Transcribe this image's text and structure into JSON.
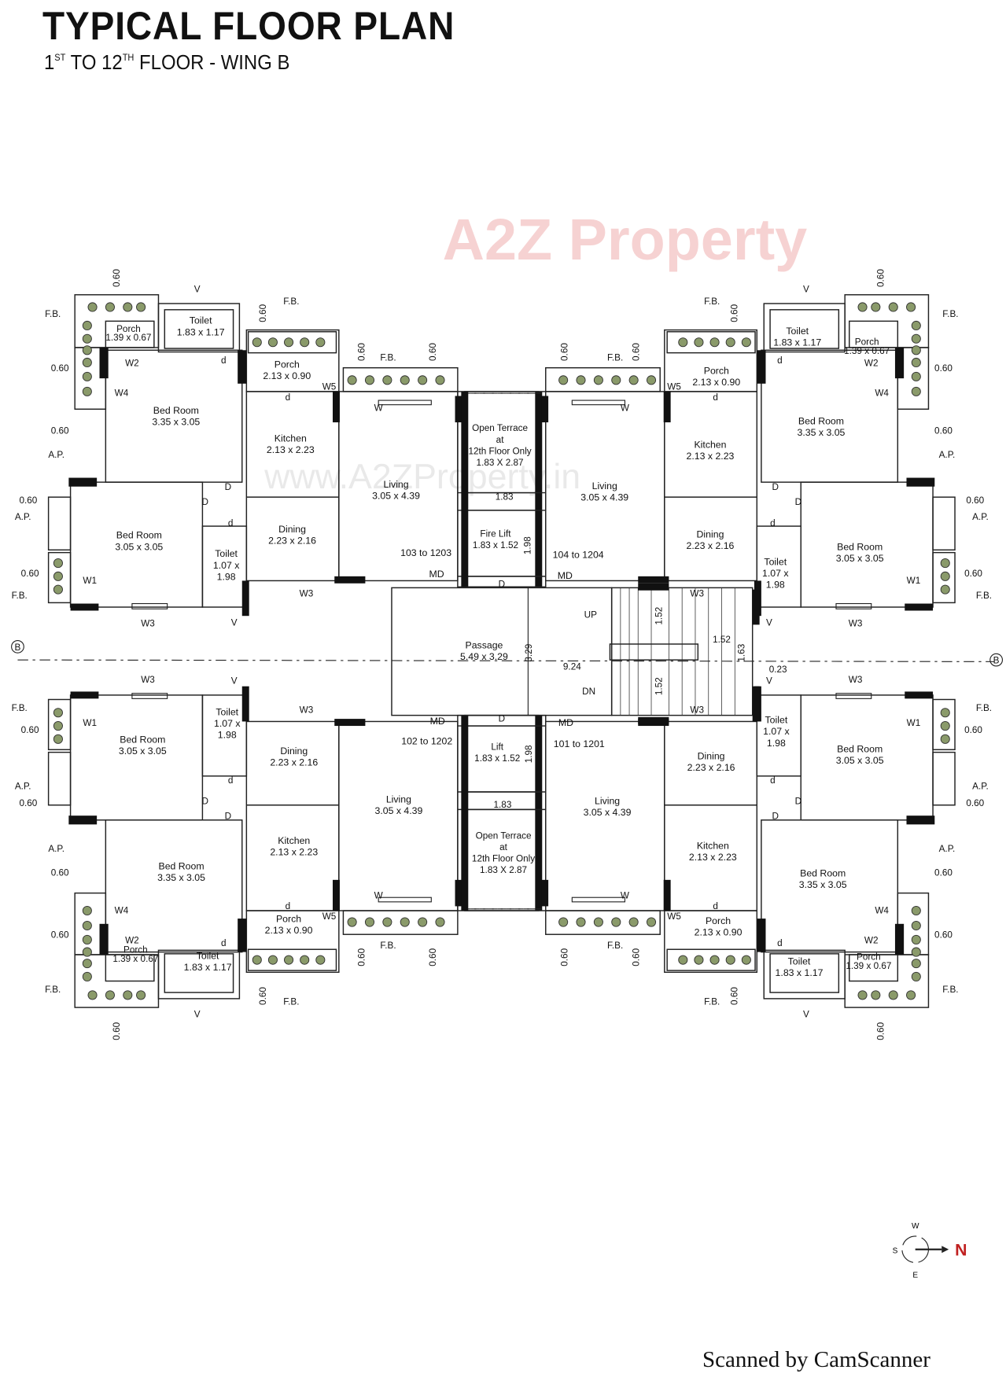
{
  "title": "TYPICAL FLOOR PLAN",
  "subtitle": {
    "n1": "1",
    "sup1": "ST",
    "mid": " TO 12",
    "sup2": "TH",
    "rest": " FLOOR - WING B"
  },
  "watermark": {
    "logo": "A2Z Property",
    "url": "www.A2ZProperty.in"
  },
  "units": [
    {
      "number": "103 to 1203",
      "md": "MD",
      "bed_a": {
        "name": "Bed Room",
        "size": "3.35 x 3.05"
      },
      "toilet_a": {
        "name": "Toilet",
        "size": "1.83 x 1.17"
      },
      "porch_a": {
        "name": "Porch",
        "size": "1.39 x 0.67"
      },
      "porch_b": {
        "name": "Porch",
        "size": "2.13 x 0.90"
      },
      "kitchen": {
        "name": "Kitchen",
        "size": "2.13 x 2.23"
      },
      "living": {
        "name": "Living",
        "size": "3.05 x 4.39"
      },
      "dining": {
        "name": "Dining",
        "size": "2.23 x 2.16"
      },
      "bed_b": {
        "name": "Bed Room",
        "size": "3.05 x 3.05"
      },
      "toilet_b": {
        "name": "Toilet",
        "size": "1.07 x",
        "size2": "1.98"
      }
    },
    {
      "number": "104 to 1204",
      "md": "MD",
      "bed_a": {
        "name": "Bed Room",
        "size": "3.35 x 3.05"
      },
      "toilet_a": {
        "name": "Toilet",
        "size": "1.83 x 1.17"
      },
      "porch_a": {
        "name": "Porch",
        "size": "1.39 x 0.67"
      },
      "porch_b": {
        "name": "Porch",
        "size": "2.13 x 0.90"
      },
      "kitchen": {
        "name": "Kitchen",
        "size": "2.13 x 2.23"
      },
      "living": {
        "name": "Living",
        "size": "3.05 x 4.39"
      },
      "dining": {
        "name": "Dining",
        "size": "2.23 x 2.16"
      },
      "bed_b": {
        "name": "Bed Room",
        "size": "3.05 x 3.05"
      },
      "toilet_b": {
        "name": "Toilet",
        "size": "1.07 x",
        "size2": "1.98"
      }
    },
    {
      "number": "102 to 1202",
      "md": "MD",
      "bed_a": {
        "name": "Bed Room",
        "size": "3.35 x 3.05"
      },
      "toilet_a": {
        "name": "Toilet",
        "size": "1.83 x 1.17"
      },
      "porch_a": {
        "name": "Porch",
        "size": "1.39 x 0.67"
      },
      "porch_b": {
        "name": "Porch",
        "size": "2.13 x 0.90"
      },
      "kitchen": {
        "name": "Kitchen",
        "size": "2.13 x 2.23"
      },
      "living": {
        "name": "Living",
        "size": "3.05 x 4.39"
      },
      "dining": {
        "name": "Dining",
        "size": "2.23 x 2.16"
      },
      "bed_b": {
        "name": "Bed Room",
        "size": "3.05 x 3.05"
      },
      "toilet_b": {
        "name": "Toilet",
        "size": "1.07 x",
        "size2": "1.98"
      }
    },
    {
      "number": "101 to 1201",
      "md": "MD",
      "bed_a": {
        "name": "Bed Room",
        "size": "3.35 x 3.05"
      },
      "toilet_a": {
        "name": "Toilet",
        "size": "1.83 x 1.17"
      },
      "porch_a": {
        "name": "Porch",
        "size": "1.39 x 0.67"
      },
      "porch_b": {
        "name": "Porch",
        "size": "2.13 x 0.90"
      },
      "kitchen": {
        "name": "Kitchen",
        "size": "2.13 x 2.23"
      },
      "living": {
        "name": "Living",
        "size": "3.05 x 4.39"
      },
      "dining": {
        "name": "Dining",
        "size": "2.23 x 2.16"
      },
      "bed_b": {
        "name": "Bed Room",
        "size": "3.05 x 3.05"
      },
      "toilet_b": {
        "name": "Toilet",
        "size": "1.07 x",
        "size2": "1.98"
      }
    }
  ],
  "core": {
    "terrace_top": [
      "Open Terrace",
      "at",
      "12th Floor Only",
      "1.83 X 2.87"
    ],
    "terrace_bottom": [
      "Open Terrace",
      "at",
      "12th Floor Only",
      "1.83 X 2.87"
    ],
    "fire_lift": {
      "name": "Fire Lift",
      "size": "1.83 x 1.52"
    },
    "lift": {
      "name": "Lift",
      "size": "1.83 x 1.52"
    },
    "passage": {
      "name": "Passage",
      "size": "5.49 x 3.29"
    },
    "dims": {
      "d183": "1.83",
      "d198": "1.98",
      "d329": "3.29",
      "d924": "9.24",
      "d152": "1.52",
      "d163": "1.63",
      "d023": "0.23"
    },
    "up": "UP",
    "dn": "DN",
    "door": "D",
    "section": "B"
  },
  "tags": {
    "w": "W",
    "w1": "W1",
    "w2": "W2",
    "w3": "W3",
    "w4": "W4",
    "w5": "W5",
    "D": "D",
    "d": "d",
    "v": "V",
    "fb": "F.B.",
    "ap": "A.P.",
    "dim": "0.60"
  },
  "compass": {
    "n": "N",
    "w": "W",
    "s": "S",
    "e": "E"
  },
  "colors": {
    "line": "#222222",
    "shrub": "#6f7f52",
    "watermark": [
      "#e05050",
      "#e0a030",
      "#6090e0",
      "#50b060"
    ]
  },
  "footer": "Scanned by CamScanner"
}
